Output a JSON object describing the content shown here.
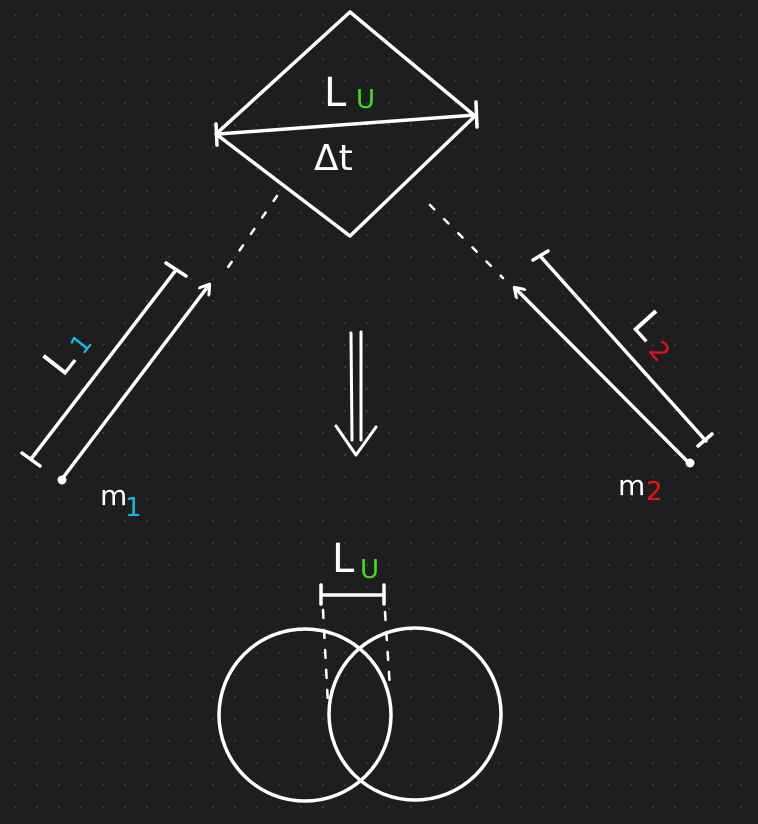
{
  "colors": {
    "background": "#1e1e1e",
    "stroke": "#ffffff",
    "green": "#44dd22",
    "cyan": "#1ab8e0",
    "red": "#ee1111"
  },
  "labels": {
    "diamond_top": {
      "main": "L",
      "sub": "U"
    },
    "diamond_bottom": "Δt",
    "left_length": {
      "main": "L",
      "sub": "1"
    },
    "right_length": {
      "main": "L",
      "sub": "2"
    },
    "left_mass": {
      "main": "m",
      "sub": "1"
    },
    "right_mass": {
      "main": "m",
      "sub": "2"
    },
    "overlap_length": {
      "main": "L",
      "sub": "U"
    }
  },
  "icons": {
    "center_arrow": "double-down-arrow-icon"
  }
}
